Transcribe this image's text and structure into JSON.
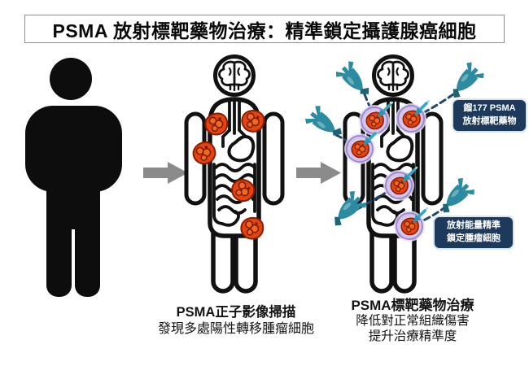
{
  "title": "PSMA 放射標靶藥物治療：精準鎖定攝護腺癌細胞",
  "captions": {
    "scan_title": "PSMA正子影像掃描",
    "scan_desc": "發現多處陽性轉移腫瘤細胞",
    "therapy_title": "PSMA標靶藥物治療",
    "therapy_desc1": "降低對正常組織傷害",
    "therapy_desc2": "提升治療精準度"
  },
  "callouts": {
    "drug_line1": "鎦177 PSMA",
    "drug_line2": "放射標靶藥物",
    "target_line1": "放射能量精準",
    "target_line2": "鎖定腫瘤細胞"
  },
  "icons": [
    "person-silhouette-icon",
    "arrow-right-icon",
    "body-outline-icon",
    "brain-icon",
    "tumor-icon",
    "radiation-missile-icon",
    "target-halo-icon"
  ],
  "colors": {
    "missile_teal": "#2c8ba1",
    "missile_tip": "#1a6478",
    "tumor_red": "#e2450f",
    "tumor_dark": "#8c1c00",
    "halo_purple": "#d3c5f0",
    "halo_ring": "#9f8ad0",
    "callout_navy": "#1d3a5c",
    "arrow_gray": "#8b8b8b",
    "outline_black": "#111111"
  }
}
